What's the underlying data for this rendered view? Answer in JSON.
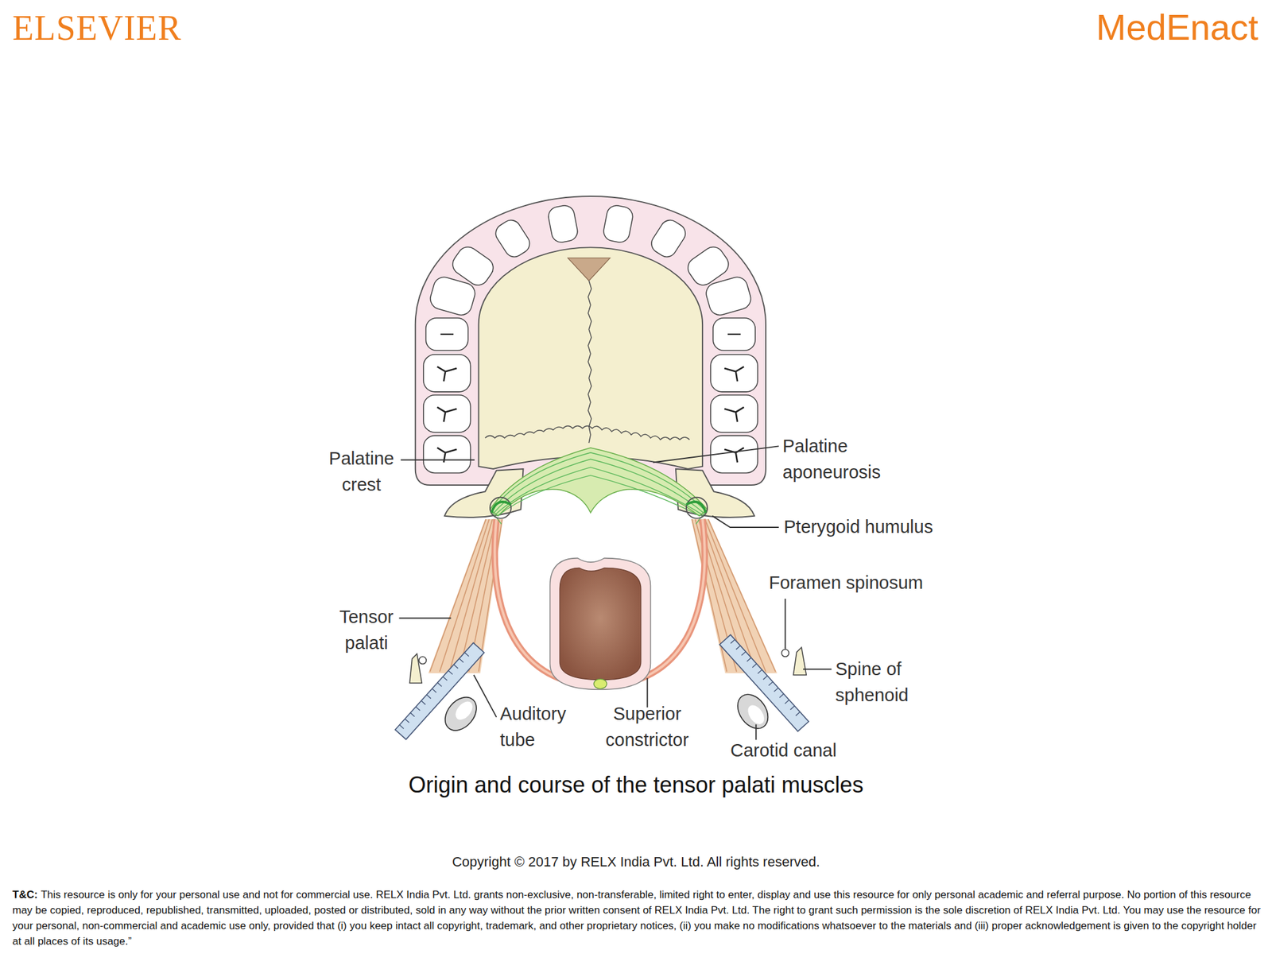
{
  "diagram": {
    "caption": "Origin and course of the tensor palati muscles",
    "labels": [
      "ELSEVIER",
      "MedEnact",
      "Palatine crest",
      "Palatine aponeurosis",
      "Pterygoid humulus",
      "Foramen spinosum",
      "Tensor palati",
      "Spine of sphenoid",
      "Auditory tube",
      "Superior constrictor",
      "Carotid canal",
      "Copyright © 2017 by RELX India Pvt. Ltd. All rights reserved.",
      "T&C:",
      "This resource is only for your personal use and not for commercial use. RELX India Pvt. Ltd. grants non-exclusive, non-transferable, limited right to enter, display and use this resource for only personal academic and referral purpose. No portion of this resource may be copied, reproduced, republished, transmitted, uploaded, posted or distributed, sold in any way without the prior written consent of RELX India Pvt. Ltd. The right to grant such permission is the sole discretion of RELX India Pvt. Ltd. You may use the resource for your personal, non-commercial and academic use only, provided that (i) you keep intact all copyright, trademark, and other proprietary notices, (ii) you make no modifications whatsoever to the materials and (iii) proper acknowledgement is given to the copyright holder at all places of its usage.”"
    ]
  }
}
